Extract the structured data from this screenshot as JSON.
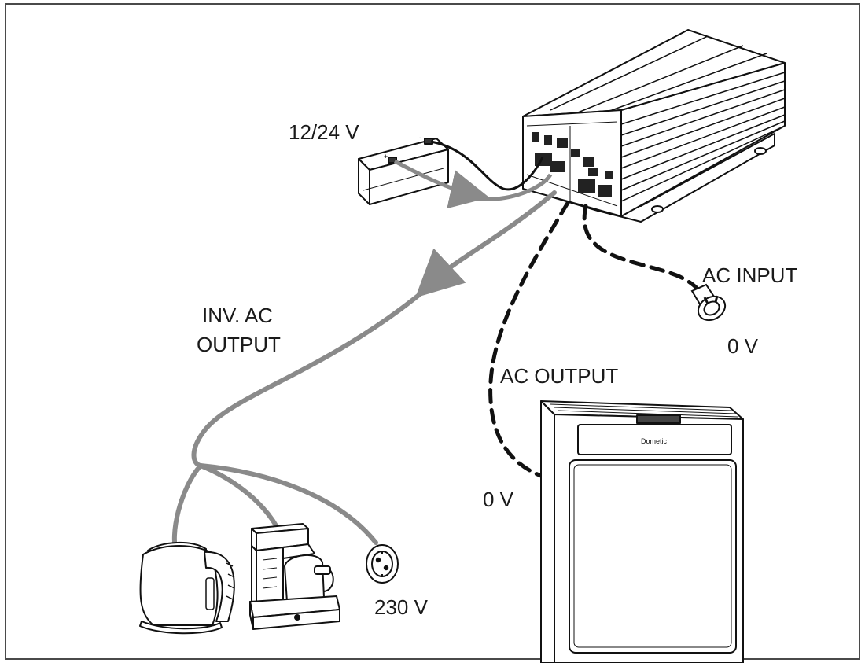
{
  "labels": {
    "battery_voltage": "12/24 V",
    "inv_ac_output_line1": "INV. AC",
    "inv_ac_output_line2": "OUTPUT",
    "ac_input": "AC INPUT",
    "ac_input_voltage": "0 V",
    "ac_output": "AC OUTPUT",
    "ac_output_voltage": "0 V",
    "outlet_voltage": "230 V"
  },
  "colors": {
    "line": "#111111",
    "active_cable": "#8a8a8a",
    "device_fill": "#ffffff",
    "frame": "#4a4a4a"
  }
}
